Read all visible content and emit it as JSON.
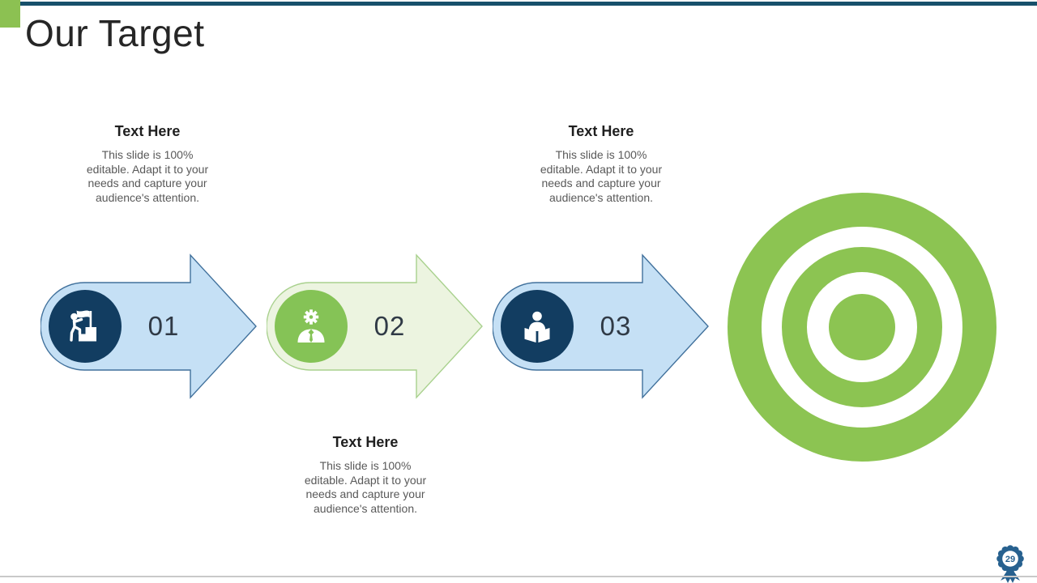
{
  "slide": {
    "title": "Our Target",
    "page_number": "29"
  },
  "text_blocks": [
    {
      "heading": "Text Here",
      "body_lines": [
        "This slide is 100%",
        "editable. Adapt it to your",
        "needs and capture your",
        "audience's attention."
      ]
    },
    {
      "heading": "Text Here",
      "body_lines": [
        "This slide is 100%",
        "editable. Adapt it to your",
        "needs and capture your",
        "audience's attention."
      ]
    },
    {
      "heading": "Text Here",
      "body_lines": [
        "This slide is 100%",
        "editable. Adapt it to your",
        "needs and capture your",
        "audience's attention."
      ]
    }
  ],
  "steps": [
    {
      "number": "01",
      "icon": "goal-flag-icon",
      "scheme": "blue"
    },
    {
      "number": "02",
      "icon": "gear-person-icon",
      "scheme": "green"
    },
    {
      "number": "03",
      "icon": "reading-person-icon",
      "scheme": "blue"
    }
  ],
  "graphics": {
    "target_icon": "concentric-bullseye",
    "badge_icon": "award-rosette-ribbon"
  },
  "colors": {
    "top_bar": "#17506B",
    "accent_green": "#8CC152",
    "target_green": "#8CC452",
    "navy_circle": "#123D61",
    "green_circle": "#85C356",
    "blue_arrow_fill": "#C5E0F5",
    "blue_arrow_border": "#41719C",
    "green_arrow_fill": "#ECF4E0",
    "green_arrow_border": "#A9D18E",
    "badge_blue": "#27618F",
    "heading_text": "#1F1F1F",
    "body_text": "#595959",
    "number_text": "#303A46",
    "bottom_line": "#C9C9C9"
  }
}
